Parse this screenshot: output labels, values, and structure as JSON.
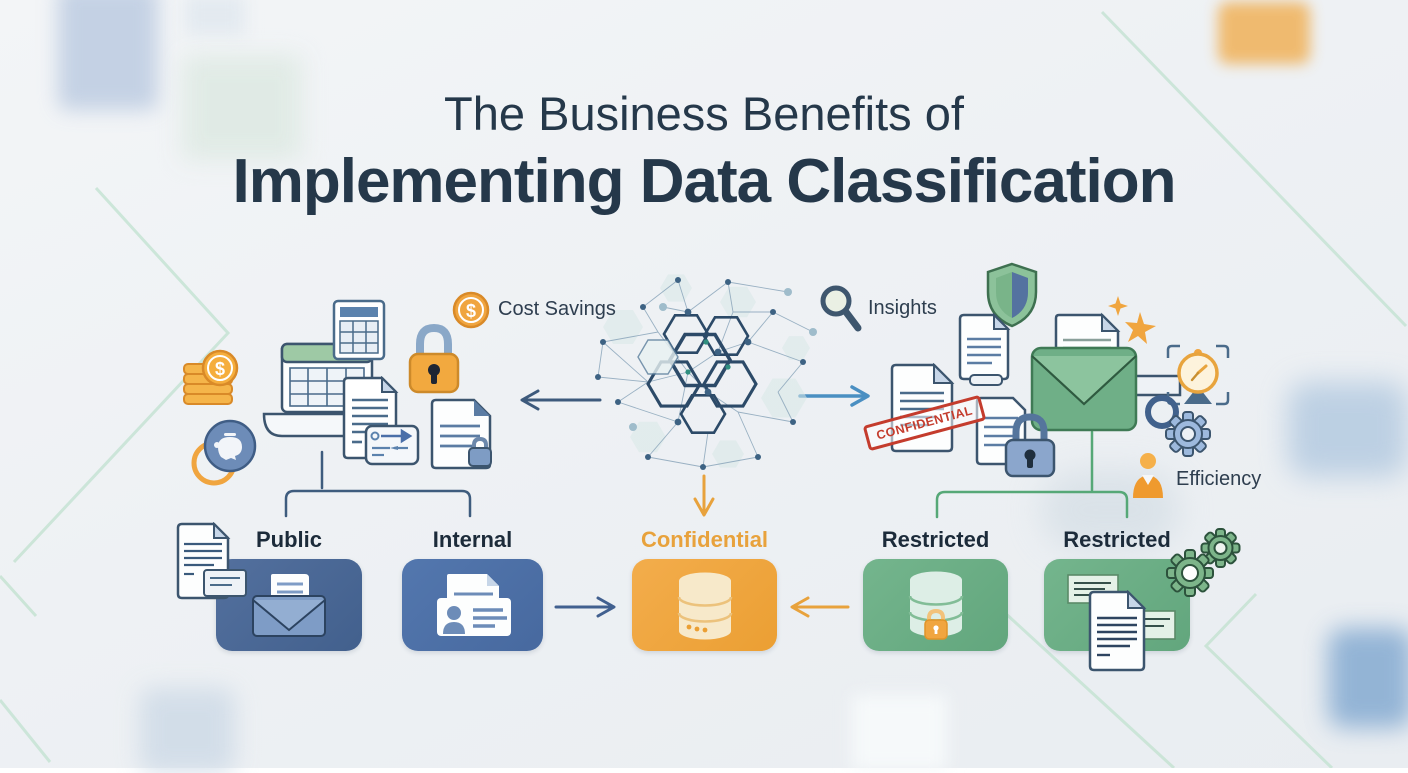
{
  "title": {
    "line1": "The Business Benefits of",
    "line2": "Implementing Data Classification"
  },
  "benefits": {
    "cost_savings": {
      "label": "Cost Savings",
      "icon": "dollar-coin-icon",
      "accent": "#f0a53f",
      "currency_symbol": "$"
    },
    "insights": {
      "label": "Insights",
      "icon": "magnifier-icon",
      "accent": "#3e566e"
    },
    "efficiency": {
      "label": "Efficiency",
      "icon": "person-badge-icon",
      "accent": "#f0a53f"
    }
  },
  "stamp": {
    "text": "CONFIDENTIAL",
    "color": "#c43c2d"
  },
  "classifications": [
    {
      "label": "Public",
      "box_color": "#47648f",
      "label_color": "#1c2b3a",
      "icon": "envelope-document-icon"
    },
    {
      "label": "Internal",
      "box_color": "#4a6fa8",
      "label_color": "#1c2b3a",
      "icon": "id-card-icon"
    },
    {
      "label": "Confidential",
      "box_color": "#f0a43c",
      "label_color": "#e8a23c",
      "icon": "database-icon"
    },
    {
      "label": "Restricted",
      "box_color": "#68ac83",
      "label_color": "#1c2b3a",
      "icon": "locked-database-icon"
    },
    {
      "label": "Restricted",
      "box_color": "#68ac83",
      "label_color": "#1c2b3a",
      "icon": "documents-gears-icon"
    }
  ],
  "connectors": {
    "left_arrow": "#3d5a7c",
    "right_arrow": "#4a8fc2",
    "down_arrow": "#e8a23c",
    "to_confidential_arrow": "#41608f",
    "from_restricted_arrow": "#e8a23c",
    "blue_bracket": "#3e5c7e",
    "green_bracket": "#56a877"
  }
}
